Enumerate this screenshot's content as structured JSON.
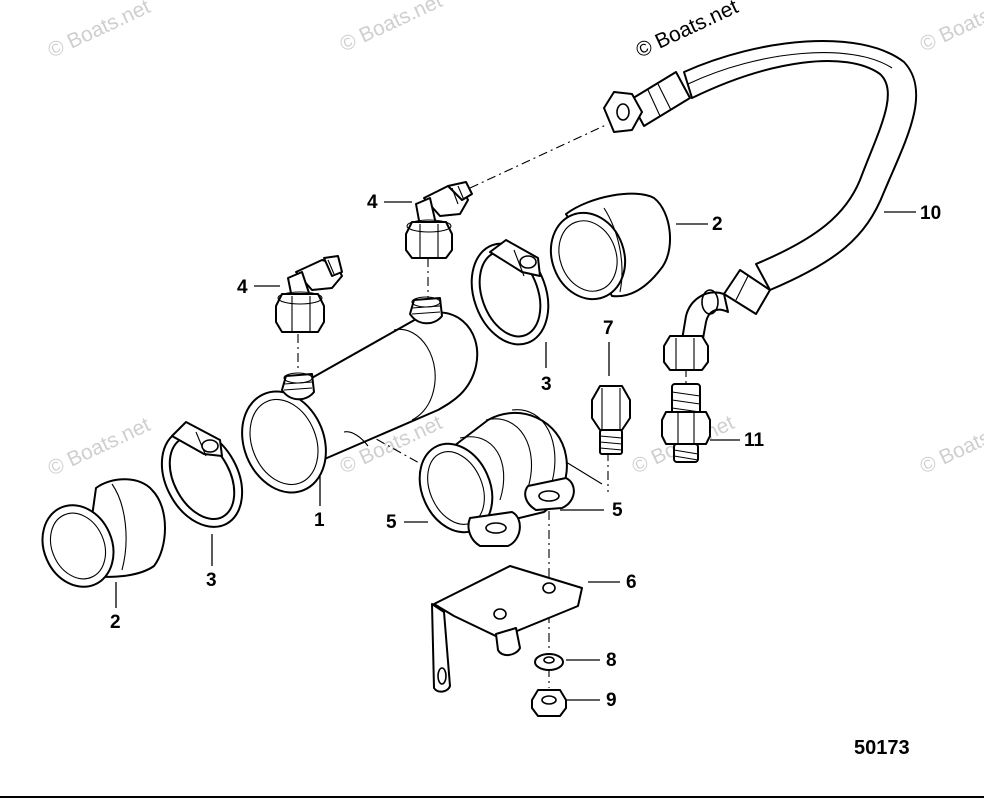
{
  "watermark": {
    "text": "© Boats.net"
  },
  "callouts": {
    "c1": "1",
    "c2a": "2",
    "c2b": "2",
    "c3a": "3",
    "c3b": "3",
    "c4a": "4",
    "c4b": "4",
    "c5a": "5",
    "c5b": "5",
    "c6": "6",
    "c7": "7",
    "c8": "8",
    "c9": "9",
    "c10": "10",
    "c11": "11"
  },
  "diagram_id": "50173"
}
